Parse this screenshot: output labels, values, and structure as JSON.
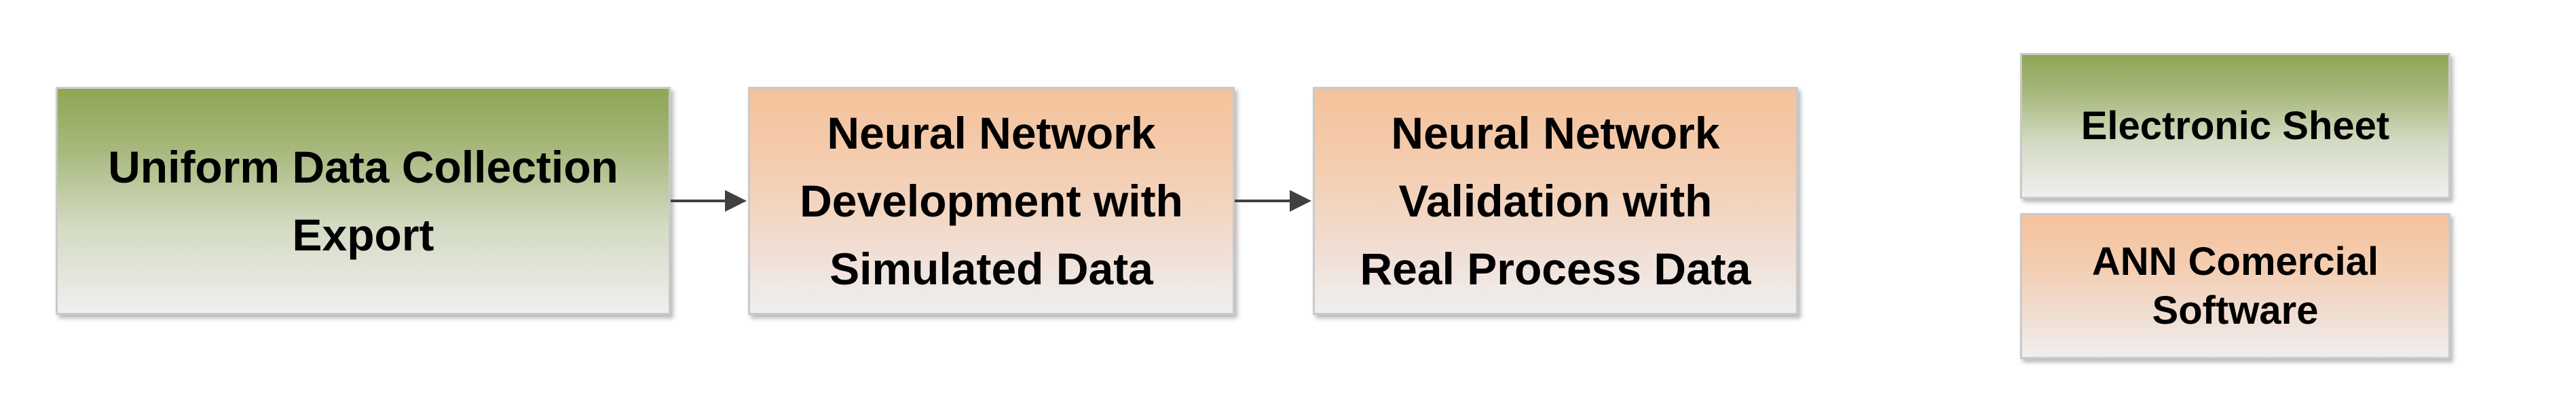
{
  "flow": {
    "steps": [
      {
        "label": "Uniform Data Collection\nExport",
        "style": "green"
      },
      {
        "label": "Neural Network\nDevelopment with\nSimulated Data",
        "style": "orange"
      },
      {
        "label": "Neural Network\nValidation with\nReal Process Data",
        "style": "orange"
      }
    ]
  },
  "legend": {
    "items": [
      {
        "label": "Electronic Sheet",
        "style": "green"
      },
      {
        "label": "ANN Comercial Software",
        "style": "orange"
      }
    ]
  },
  "colors": {
    "green_top": "#8ea654",
    "orange_top": "#f5c29b",
    "box_bottom": "#efefef",
    "border": "#c9c9c9",
    "arrow": "#404040"
  }
}
